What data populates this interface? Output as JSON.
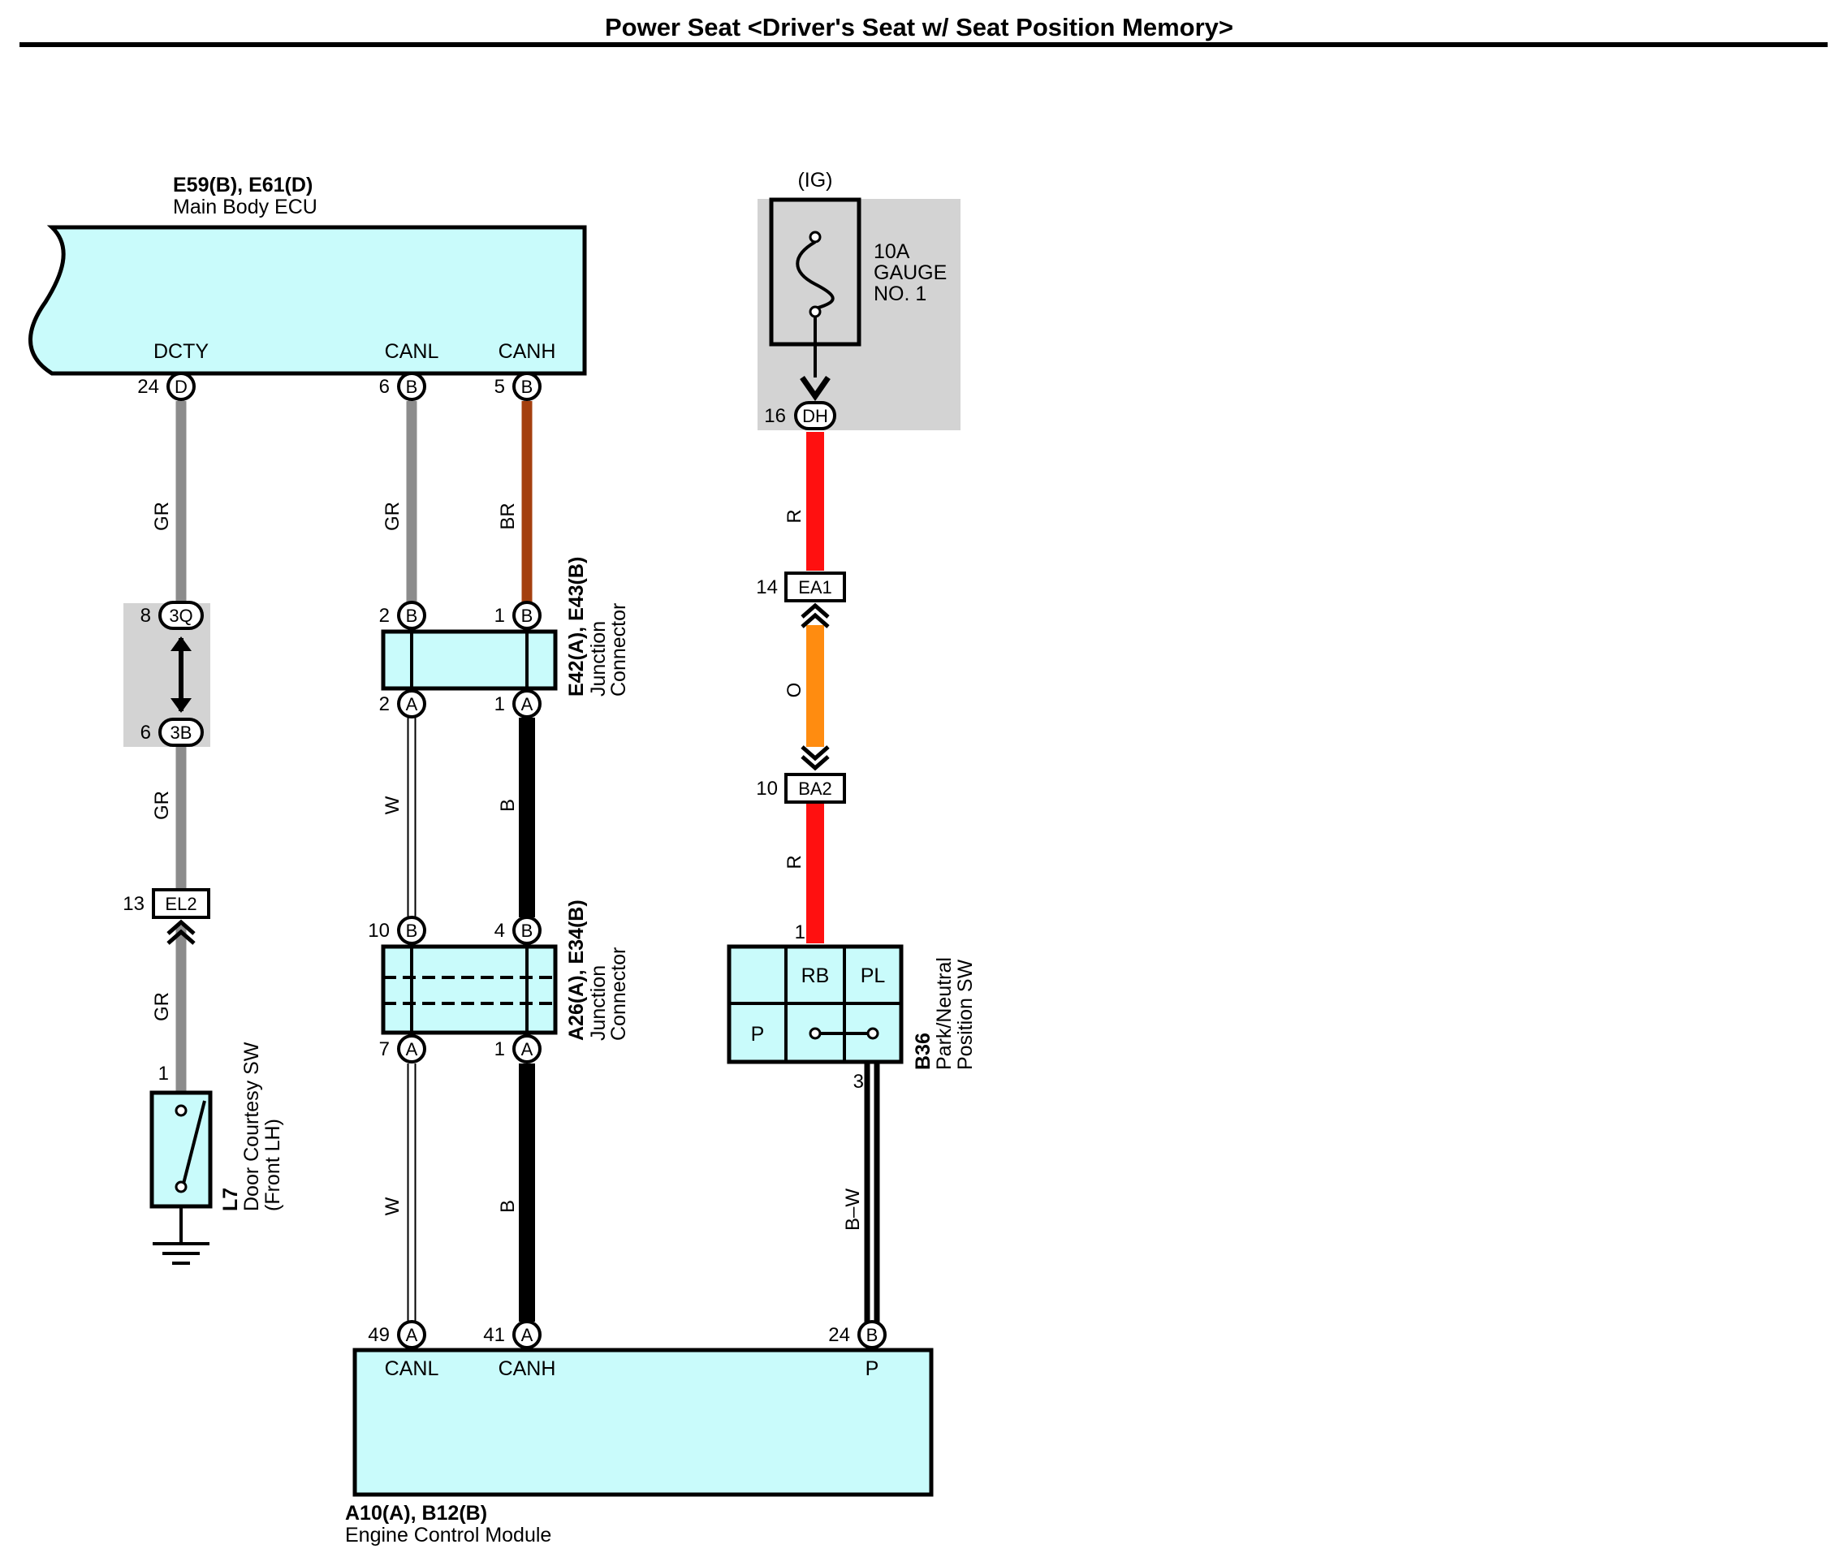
{
  "title": "Power Seat <Driver's Seat w/ Seat Position Memory>",
  "main_body_ecu": {
    "code": "E59(B), E61(D)",
    "name": "Main Body ECU",
    "pins": [
      {
        "signal": "DCTY",
        "pin": "24",
        "connector": "D"
      },
      {
        "signal": "CANL",
        "pin": "6",
        "connector": "B"
      },
      {
        "signal": "CANH",
        "pin": "5",
        "connector": "B"
      }
    ]
  },
  "fuse": {
    "supply": "(IG)",
    "rating": "10A",
    "name_line1": "GAUGE",
    "name_line2": "NO. 1",
    "out_pin": "16",
    "out_connector": "DH"
  },
  "junction_1": {
    "code": "E42(A), E43(B)",
    "name_line1": "Junction",
    "name_line2": "Connector",
    "top_pins": [
      {
        "pin": "2",
        "connector": "B"
      },
      {
        "pin": "1",
        "connector": "B"
      }
    ],
    "bottom_pins": [
      {
        "pin": "2",
        "connector": "A"
      },
      {
        "pin": "1",
        "connector": "A"
      }
    ]
  },
  "junction_2": {
    "code": "A26(A), E34(B)",
    "name_line1": "Junction",
    "name_line2": "Connector",
    "top_pins": [
      {
        "pin": "10",
        "connector": "B"
      },
      {
        "pin": "4",
        "connector": "B"
      }
    ],
    "bottom_pins": [
      {
        "pin": "7",
        "connector": "A"
      },
      {
        "pin": "1",
        "connector": "A"
      }
    ]
  },
  "inline_connectors": {
    "c3q": {
      "pin": "8",
      "connector": "3Q"
    },
    "c3b": {
      "pin": "6",
      "connector": "3B"
    },
    "el2": {
      "pin": "13",
      "connector": "EL2"
    },
    "ea1": {
      "pin": "14",
      "connector": "EA1"
    },
    "ba2": {
      "pin": "10",
      "connector": "BA2"
    }
  },
  "door_switch": {
    "code": "L7",
    "name_line1": "Door Courtesy SW",
    "name_line2": "(Front LH)",
    "pin": "1"
  },
  "park_neutral_sw": {
    "code": "B36",
    "name_line1": "Park/Neutral",
    "name_line2": "Position SW",
    "in_pin": "1",
    "out_pin": "3",
    "cells": [
      "RB",
      "PL",
      "P"
    ]
  },
  "ecm": {
    "code": "A10(A), B12(B)",
    "name": "Engine Control Module",
    "pins": [
      {
        "signal": "CANL",
        "pin": "49",
        "connector": "A"
      },
      {
        "signal": "CANH",
        "pin": "41",
        "connector": "A"
      },
      {
        "signal": "P",
        "pin": "24",
        "connector": "B"
      }
    ]
  },
  "wire_colors": {
    "dcty_upper": "GR",
    "dcty_mid": "GR",
    "dcty_lower": "GR",
    "canl_upper": "GR",
    "canh_upper": "BR",
    "canl_mid": "W",
    "canh_mid": "B",
    "canl_lower": "W",
    "canh_lower": "B",
    "ig_upper": "R",
    "ig_mid": "O",
    "ig_lower": "R",
    "p_signal": "B–W"
  },
  "colors": {
    "component_fill": "#c9fbfb",
    "shade_fill": "#d3d3d3",
    "gray_wire": "#8c8c8c",
    "brown_wire": "#a4400f",
    "red_wire": "#ff1010",
    "orange_wire": "#ff8c10",
    "black_wire": "#000000"
  }
}
